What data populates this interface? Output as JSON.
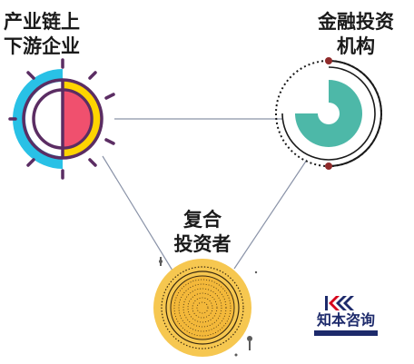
{
  "nodes": {
    "upstream": {
      "label_lines": [
        "产业链上",
        "下游企业"
      ]
    },
    "financial": {
      "label_lines": [
        "金融投资",
        "机构"
      ]
    },
    "composite": {
      "label_lines": [
        "复合",
        "投资者"
      ]
    }
  },
  "brand": {
    "name": "知本咨询"
  },
  "colors": {
    "outline": "#5b2d63",
    "cyan": "#29c1e6",
    "yellow": "#ffd400",
    "pink": "#f0506e",
    "teal": "#4db8a8",
    "dark_red": "#8f2a2a",
    "gold": "#f6c750",
    "connector": "#8a93a8",
    "brand_blue": "#1d2a6b",
    "brand_red": "#d6001c"
  }
}
